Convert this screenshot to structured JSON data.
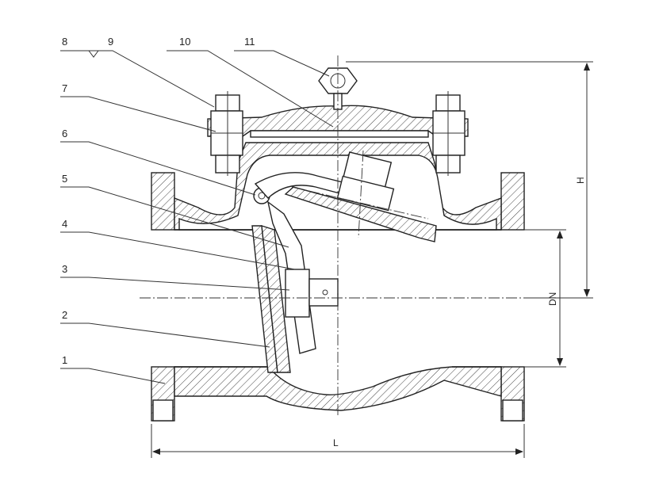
{
  "parts": [
    {
      "num": "1"
    },
    {
      "num": "2"
    },
    {
      "num": "3"
    },
    {
      "num": "4"
    },
    {
      "num": "5"
    },
    {
      "num": "6"
    },
    {
      "num": "7"
    },
    {
      "num": "8"
    },
    {
      "num": "9"
    },
    {
      "num": "10"
    },
    {
      "num": "11"
    }
  ],
  "dimensions": {
    "length": "L",
    "height": "H",
    "nominal_diameter": "DN"
  }
}
